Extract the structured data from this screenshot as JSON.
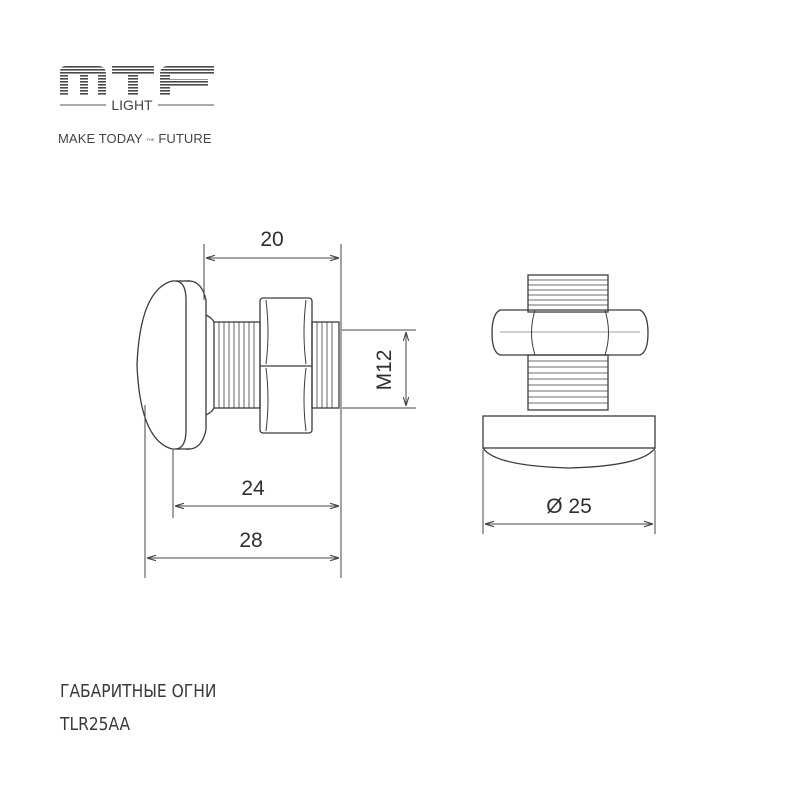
{
  "logo": {
    "brand": "MTF",
    "sub": "LIGHT",
    "tagline_start": "MAKE TODAY",
    "tagline_small": "THE",
    "tagline_end": "FUTURE"
  },
  "dimensions": {
    "length_20": "20",
    "thread": "M12",
    "length_24": "24",
    "length_28": "28",
    "diameter": "Ø 25"
  },
  "caption": {
    "line1": "ГАБАРИТНЫЕ ОГНИ",
    "line2": "TLR25AA"
  },
  "colors": {
    "line": "#3c3c3c",
    "dim_line": "#444444"
  }
}
